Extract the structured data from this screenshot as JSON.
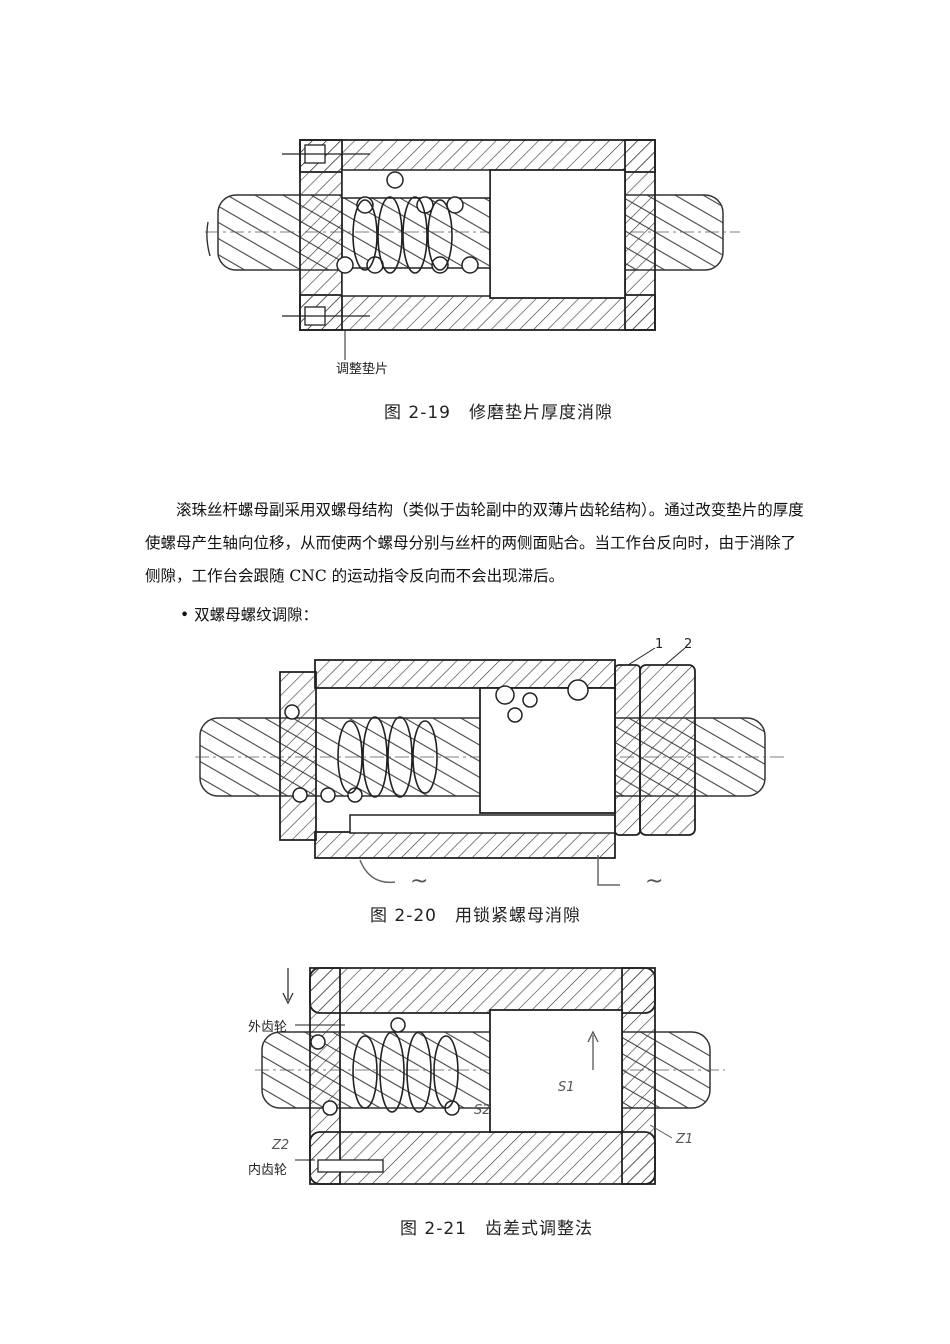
{
  "figure_19": {
    "caption": "图 2-19　修磨垫片厚度消隙",
    "label_shim": "调整垫片"
  },
  "paragraph": "滚珠丝杆螺母副采用双螺母结构（类似于齿轮副中的双薄片齿轮结构）。通过改变垫片的厚度使螺母产生轴向位移，从而使两个螺母分别与丝杆的两侧面贴合。当工作台反向时，由于消除了侧隙，工作台会跟随 CNC 的运动指令反向而不会出现滞后。",
  "bullet": "• 双螺母螺纹调隙：",
  "figure_20": {
    "caption": "图 2-20　用锁紧螺母消隙",
    "label_1": "1",
    "label_2": "2"
  },
  "figure_21": {
    "caption": "图 2-21　齿差式调整法",
    "label_outer_gear": "外齿轮",
    "label_inner_gear": "内齿轮",
    "label_z1": "Z1",
    "label_z2": "Z2",
    "label_s1": "S1",
    "label_s2": "S2"
  }
}
